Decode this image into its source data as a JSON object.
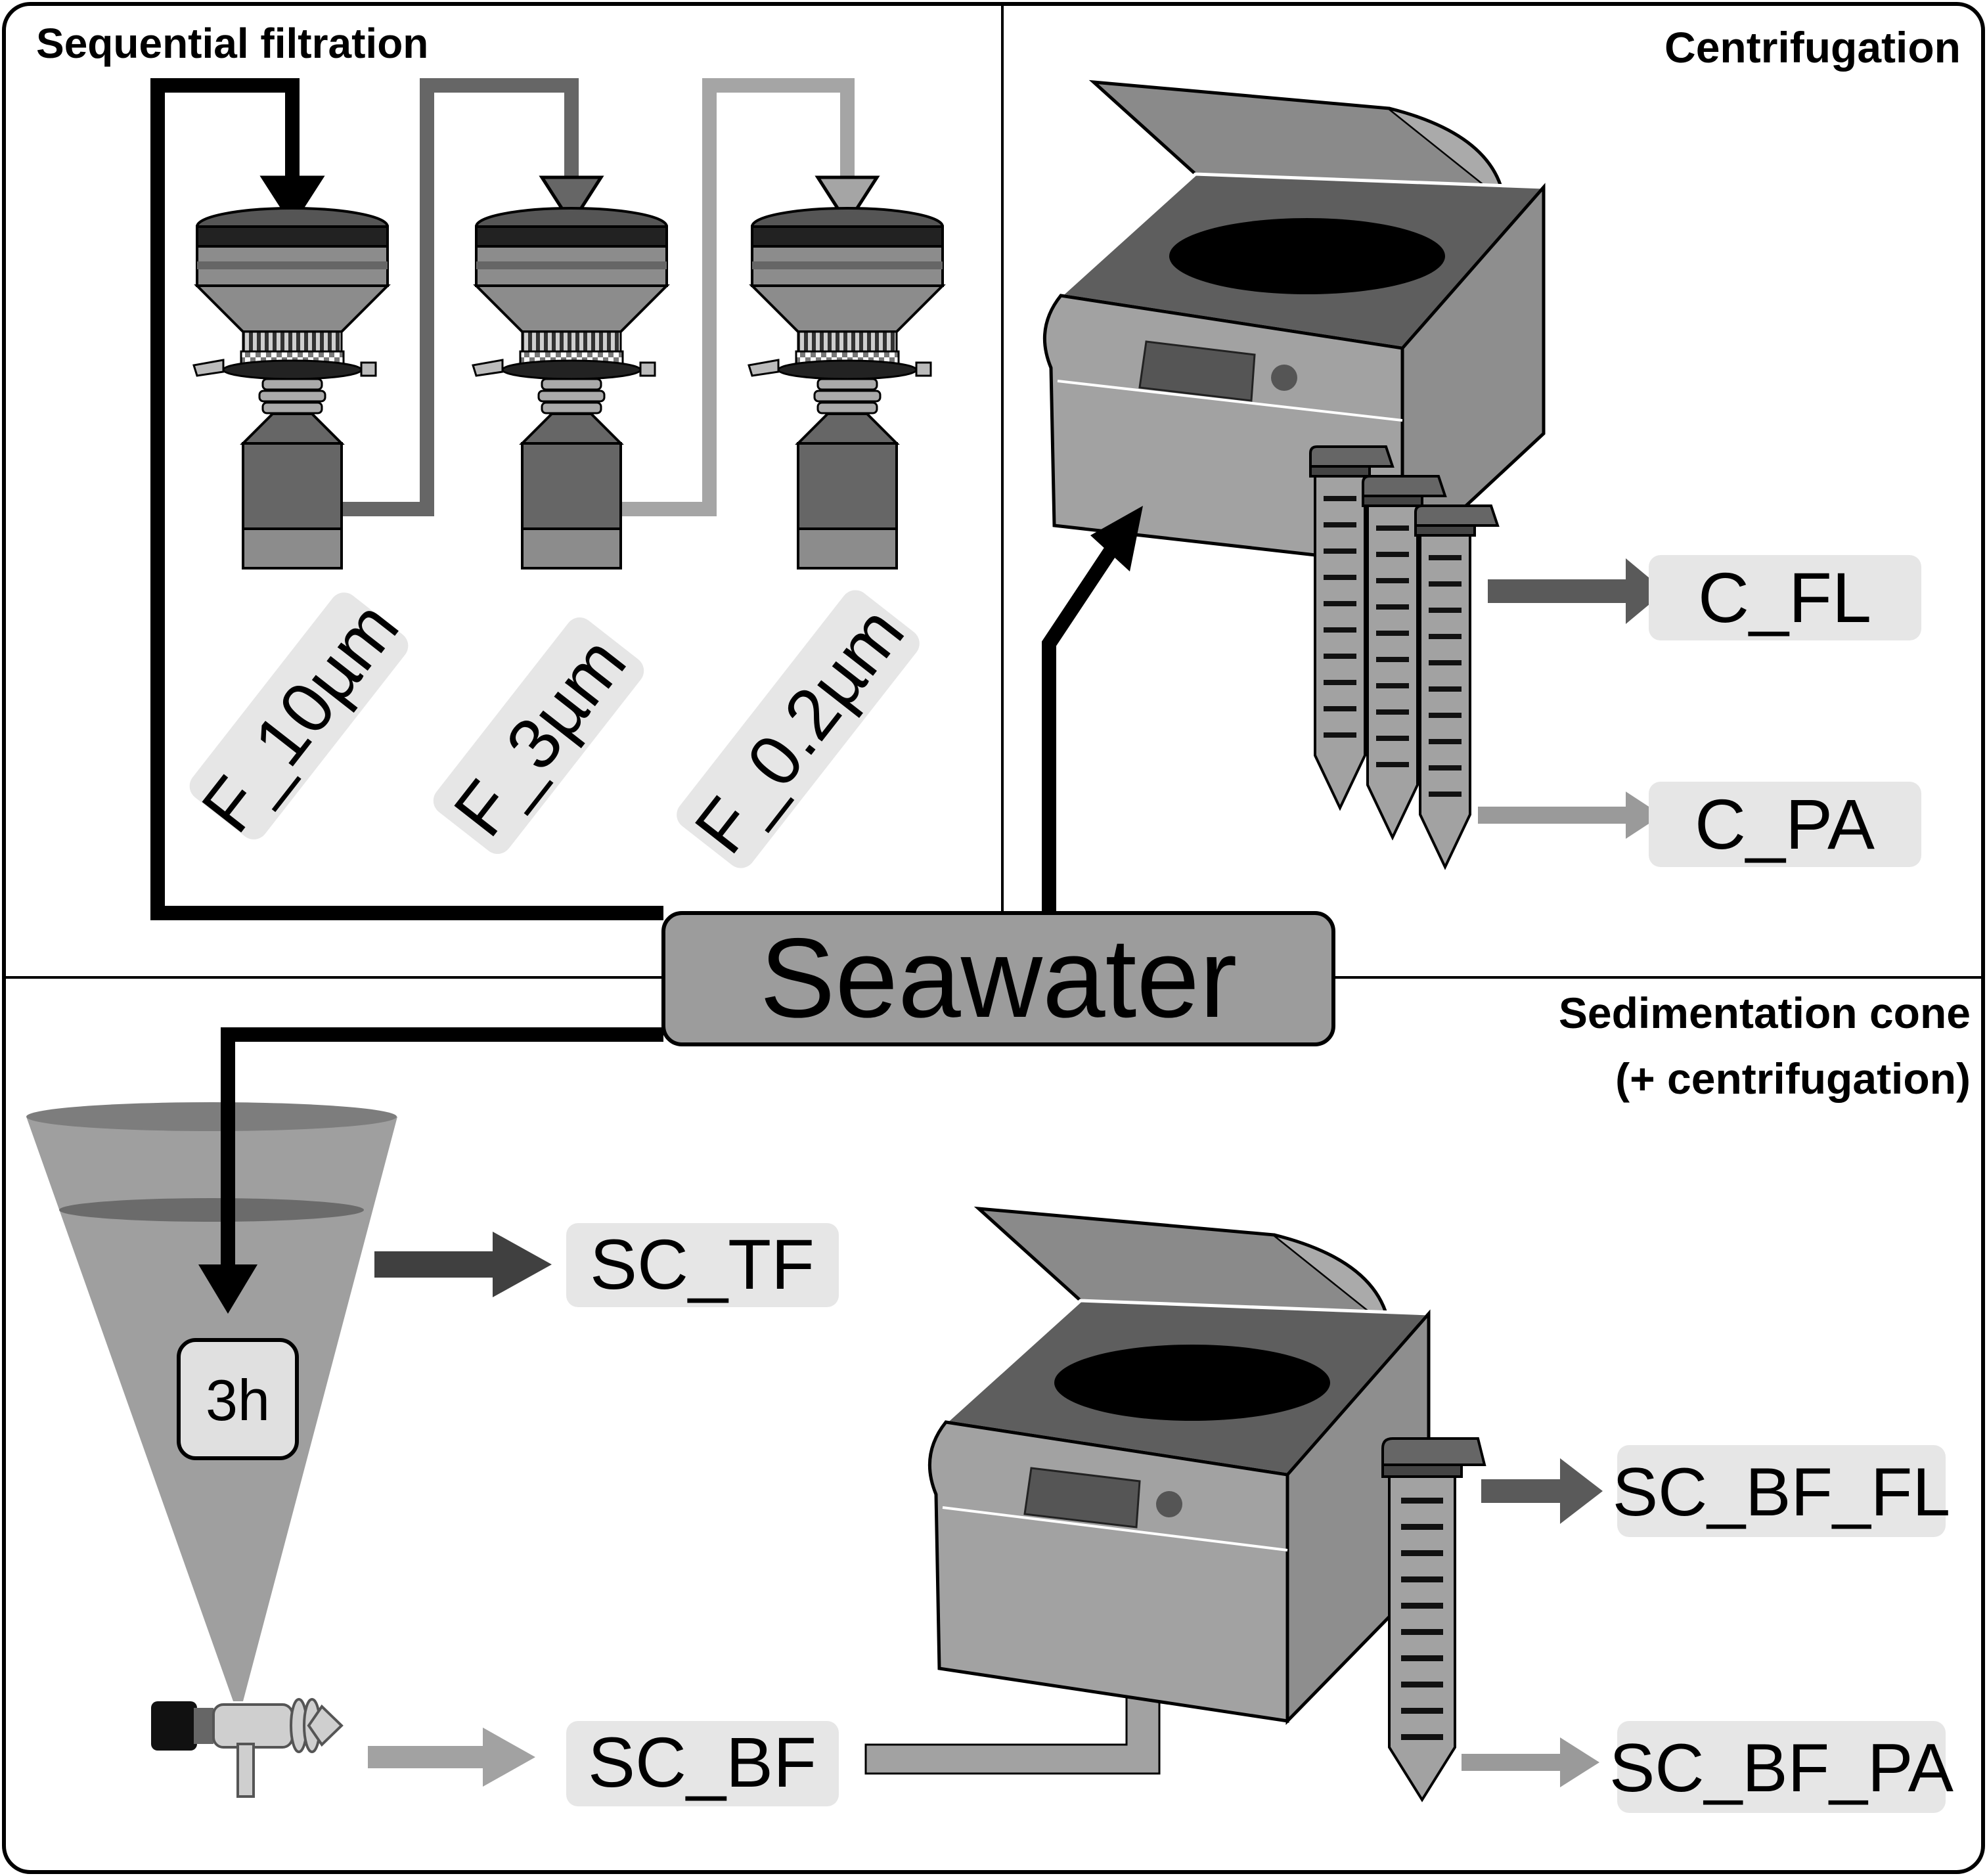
{
  "panels": {
    "filtration": {
      "title": "Sequential filtration"
    },
    "centrifugation": {
      "title": "Centrifugation"
    },
    "sedimentation": {
      "title_line1": "Sedimentation cone",
      "title_line2": "(+ centrifugation)"
    }
  },
  "source": {
    "label": "Seawater"
  },
  "filters": [
    {
      "label": "F_10µm"
    },
    {
      "label": "F_3µm"
    },
    {
      "label": "F_0.2µm"
    }
  ],
  "centrifugation_outputs": [
    {
      "label": "C_FL"
    },
    {
      "label": "C_PA"
    }
  ],
  "sedimentation": {
    "duration": "3h",
    "top_fraction": "SC_TF",
    "bottom_fraction": "SC_BF",
    "outputs": [
      {
        "label": "SC_BF_FL"
      },
      {
        "label": "SC_BF_PA"
      }
    ]
  },
  "colors": {
    "dark": "#5f5f5f",
    "mid": "#8c8c8c",
    "light": "#a9a9a9",
    "label_bg": "#e6e6e6",
    "line": "#000000"
  }
}
